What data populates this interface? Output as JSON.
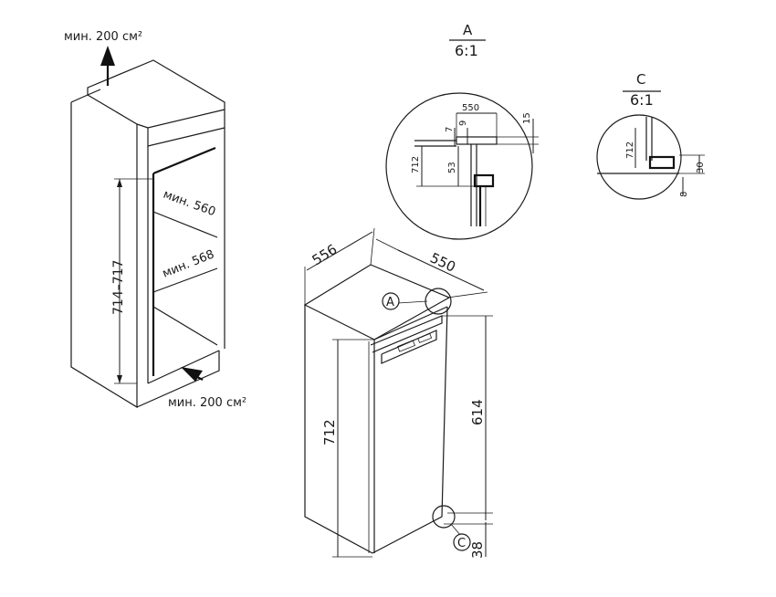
{
  "niche": {
    "vent_top_label": "мин. 200 см²",
    "vent_bottom_label": "мин. 200 см²",
    "height_label": "714–717",
    "width_label": "мин. 560",
    "depth_label": "мин. 568"
  },
  "appliance": {
    "width_label": "556",
    "depth_label": "550",
    "height_label": "712",
    "hinge_height_label": "614",
    "bottom_label": "38",
    "callout_a": "A",
    "callout_c": "C"
  },
  "detail_a": {
    "letter": "A",
    "scale": "6:1",
    "dim_550": "550",
    "dim_15": "15",
    "dim_7": "7",
    "dim_9": "9",
    "dim_712": "712",
    "dim_53": "53"
  },
  "detail_c": {
    "letter": "C",
    "scale": "6:1",
    "dim_712": "712",
    "dim_30": "30",
    "dim_8": "8"
  }
}
